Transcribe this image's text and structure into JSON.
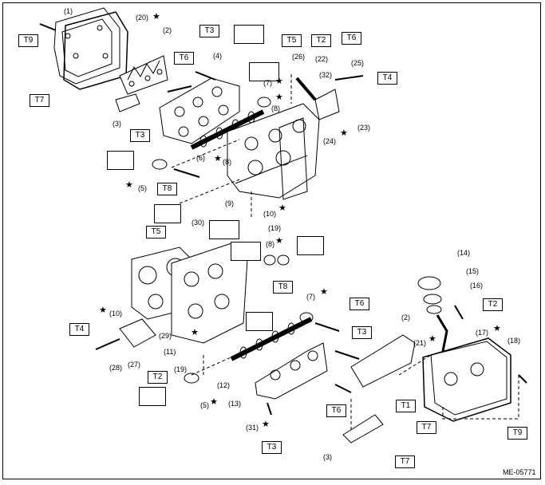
{
  "diagram_id": "ME-05771",
  "torque_labels": [
    "T9",
    "T3",
    "T6",
    "T5",
    "T2",
    "T6",
    "T4",
    "T7",
    "T3",
    "T8",
    "T5",
    "T8",
    "T6",
    "T4",
    "T3",
    "T2",
    "T2",
    "T1",
    "T6",
    "T7",
    "T3",
    "T9",
    "T7"
  ],
  "part_labels": [
    "(1)",
    "(20)",
    "(2)",
    "(4)",
    "(3)",
    "(6)",
    "(8)",
    "(5)",
    "(26)",
    "(22)",
    "(7)",
    "(8)",
    "(32)",
    "(25)",
    "(23)",
    "(24)",
    "(9)",
    "(10)",
    "(19)",
    "(30)",
    "(8)",
    "(7)",
    "(10)",
    "(29)",
    "(11)",
    "(28)",
    "(27)",
    "(19)",
    "(12)",
    "(13)",
    "(5)",
    "(31)",
    "(2)",
    "(14)",
    "(15)",
    "(16)",
    "(17)",
    "(21)",
    "(18)",
    "(3)"
  ]
}
